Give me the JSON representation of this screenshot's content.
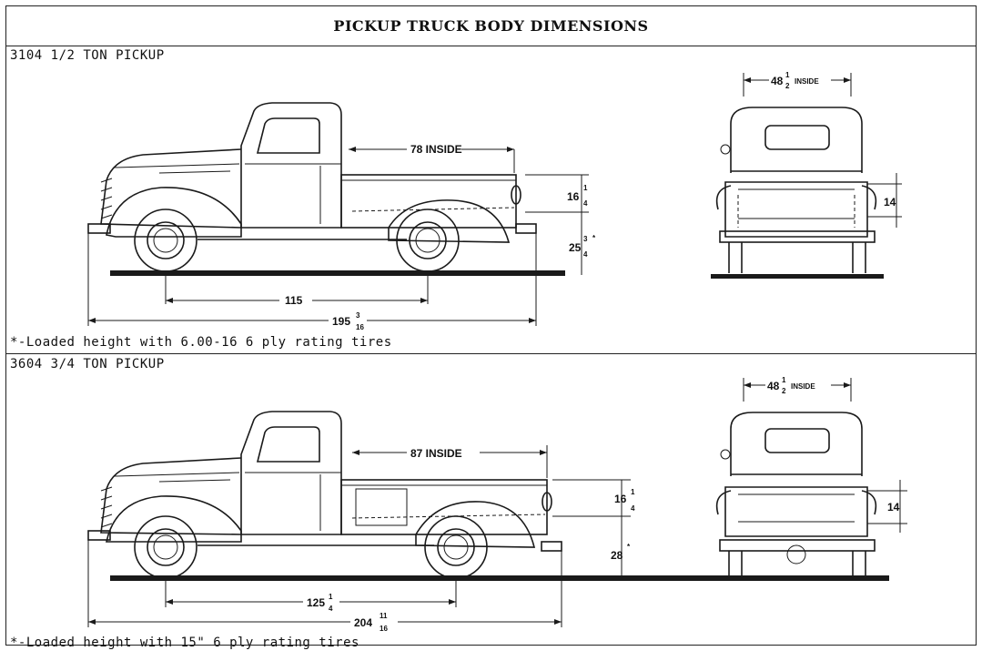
{
  "title": "PICKUP TRUCK BODY DIMENSIONS",
  "sections": [
    {
      "model": "3104 1/2 TON PICKUP",
      "inside_length": "78 INSIDE",
      "inside_width_whole": "48",
      "inside_width_num": "1",
      "inside_width_den": "2",
      "inside_width_suffix": "INSIDE",
      "side_height_whole": "16",
      "side_height_num": "1",
      "side_height_den": "4",
      "loaded_height_whole": "25",
      "loaded_height_num": "3",
      "loaded_height_den": "4",
      "loaded_height_mark": "*",
      "tailgate_height": "14",
      "wheelbase_whole": "115",
      "overall_length_whole": "195",
      "overall_length_num": "3",
      "overall_length_den": "16",
      "footnote": "*-Loaded height with 6.00-16 6 ply rating tires"
    },
    {
      "model": "3604 3/4 TON PICKUP",
      "inside_length": "87 INSIDE",
      "inside_width_whole": "48",
      "inside_width_num": "1",
      "inside_width_den": "2",
      "inside_width_suffix": "INSIDE",
      "side_height_whole": "16",
      "side_height_num": "1",
      "side_height_den": "4",
      "loaded_height_whole": "28",
      "loaded_height_mark": "*",
      "tailgate_height": "14",
      "wheelbase_whole": "125",
      "wheelbase_num": "1",
      "wheelbase_den": "4",
      "overall_length_whole": "204",
      "overall_length_num": "11",
      "overall_length_den": "16",
      "footnote": "*-Loaded height with 15\" 6 ply rating tires"
    }
  ]
}
